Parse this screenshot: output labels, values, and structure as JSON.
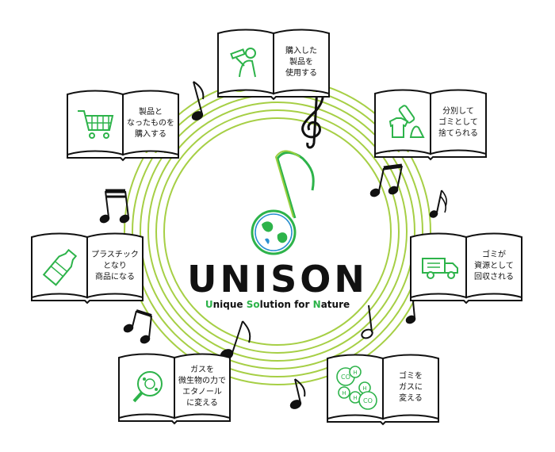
{
  "logo": {
    "word": "UNISON",
    "tagline": [
      {
        "text": "U",
        "highlight": true
      },
      {
        "text": "nique ",
        "highlight": false
      },
      {
        "text": "So",
        "highlight": true
      },
      {
        "text": "lution for ",
        "highlight": false
      },
      {
        "text": "N",
        "highlight": true
      },
      {
        "text": "ature",
        "highlight": false
      }
    ]
  },
  "colors": {
    "ring": "#a6cf45",
    "accent": "#2db34a",
    "ink": "#111111",
    "globe": "#2a8fd0"
  },
  "steps": [
    {
      "name": "step-use-products",
      "icon": "person-drinking-icon",
      "lines": [
        "購入した",
        "製品を",
        "使用する"
      ]
    },
    {
      "name": "step-separate-discard",
      "icon": "bottle-shirt-peel-icon",
      "lines": [
        "分別して",
        "ゴミとして",
        "捨てられる"
      ]
    },
    {
      "name": "step-collect-waste",
      "icon": "garbage-truck-icon",
      "lines": [
        "ゴミが",
        "資源として",
        "回収される"
      ]
    },
    {
      "name": "step-waste-to-gas",
      "icon": "molecules-icon",
      "lines": [
        "ゴミを",
        "ガスに",
        "変える"
      ]
    },
    {
      "name": "step-gas-to-ethanol",
      "icon": "magnifier-microbe-icon",
      "lines": [
        "ガスを",
        "微生物の力で",
        "エタノール",
        "に変える"
      ]
    },
    {
      "name": "step-plastic-products",
      "icon": "plastic-bottle-icon",
      "lines": [
        "プラスチック",
        "となり",
        "商品になる"
      ]
    },
    {
      "name": "step-buy-products",
      "icon": "shopping-cart-icon",
      "lines": [
        "製品と",
        "なったものを",
        "購入する"
      ]
    }
  ],
  "molecule_labels": [
    "CO",
    "H",
    "H",
    "H",
    "H",
    "CO"
  ]
}
